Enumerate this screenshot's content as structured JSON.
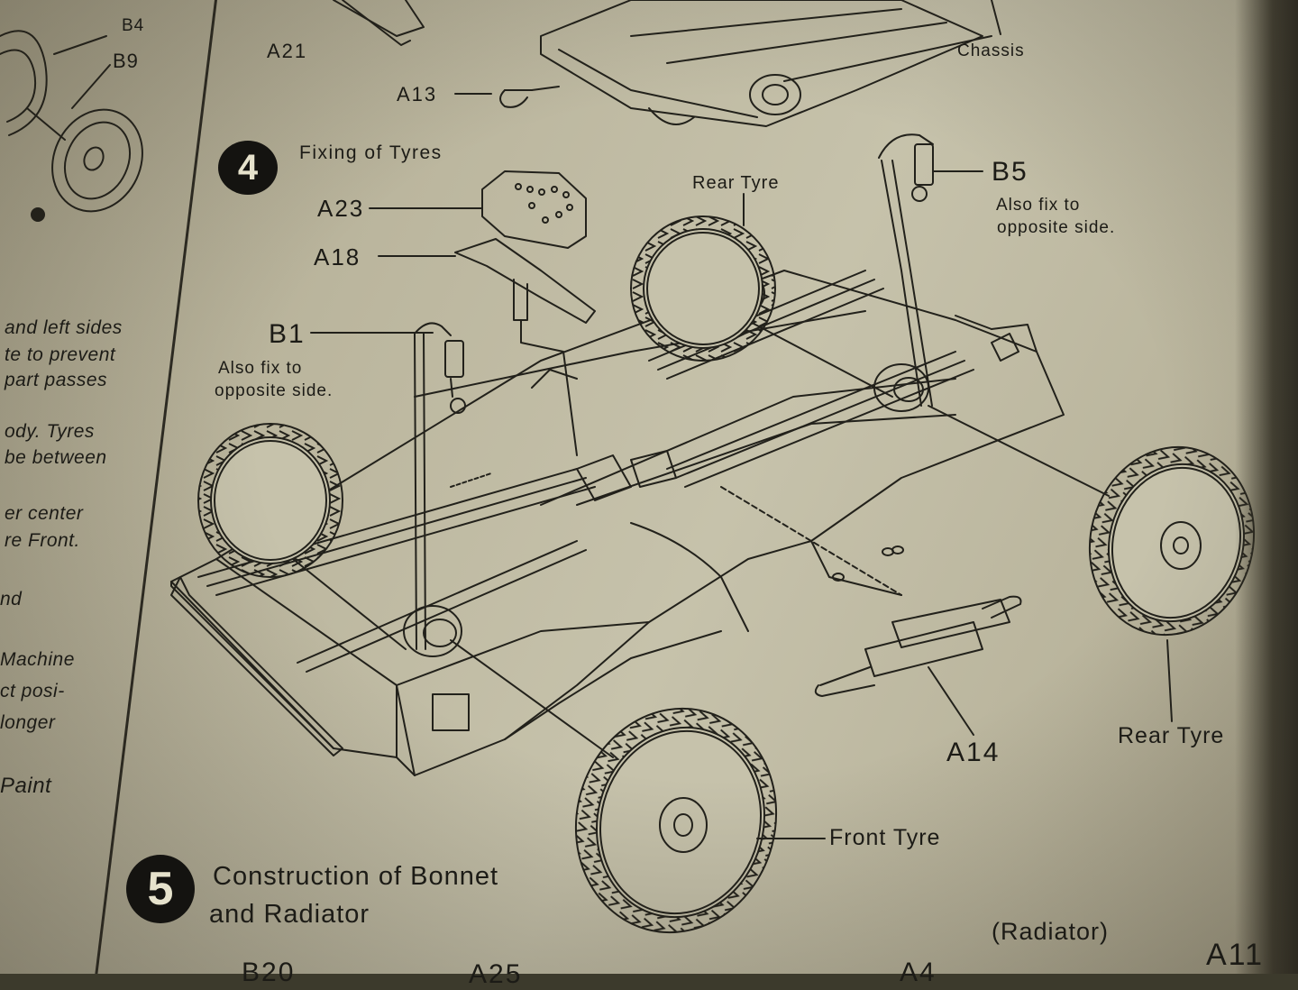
{
  "left_column": {
    "parts": [
      "B4",
      "B9"
    ],
    "fragments": [
      "and left sides",
      "te to prevent",
      "part passes",
      "ody.  Tyres",
      "be between",
      "er  center",
      "re Front.",
      "nd",
      "Machine",
      "ct posi-",
      "longer",
      "Paint"
    ]
  },
  "top_section": {
    "labels": [
      "A21",
      "A13",
      "Chassis"
    ]
  },
  "step4": {
    "number": "4",
    "title": "Fixing of Tyres",
    "labels": {
      "a23": "A23",
      "a18": "A18",
      "b1": "B1",
      "b1_note": [
        "Also fix to",
        "opposite side."
      ],
      "b5": "B5",
      "b5_note": [
        "Also fix to",
        "opposite side."
      ],
      "rear_tyre_top": "Rear Tyre",
      "rear_tyre_right": "Rear Tyre",
      "front_tyre": "Front Tyre",
      "a14": "A14"
    }
  },
  "step5": {
    "number": "5",
    "title_line1": "Construction of Bonnet",
    "title_line2": "and Radiator",
    "radiator_label": "(Radiator)",
    "a11": "A11",
    "bottom_parts": [
      "B20",
      "A25",
      "A4"
    ]
  },
  "colors": {
    "paper": "#c6c2ab",
    "ink": "#1c1b16"
  }
}
